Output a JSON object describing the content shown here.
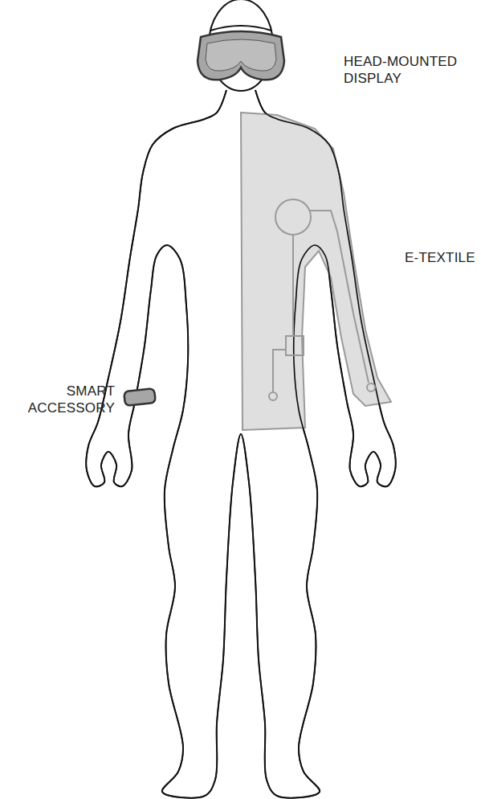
{
  "diagram": {
    "labels": [
      "HEAD-MOUNTED DISPLAY",
      "E-TEXTILE",
      "SMART ACCESSORY"
    ]
  }
}
